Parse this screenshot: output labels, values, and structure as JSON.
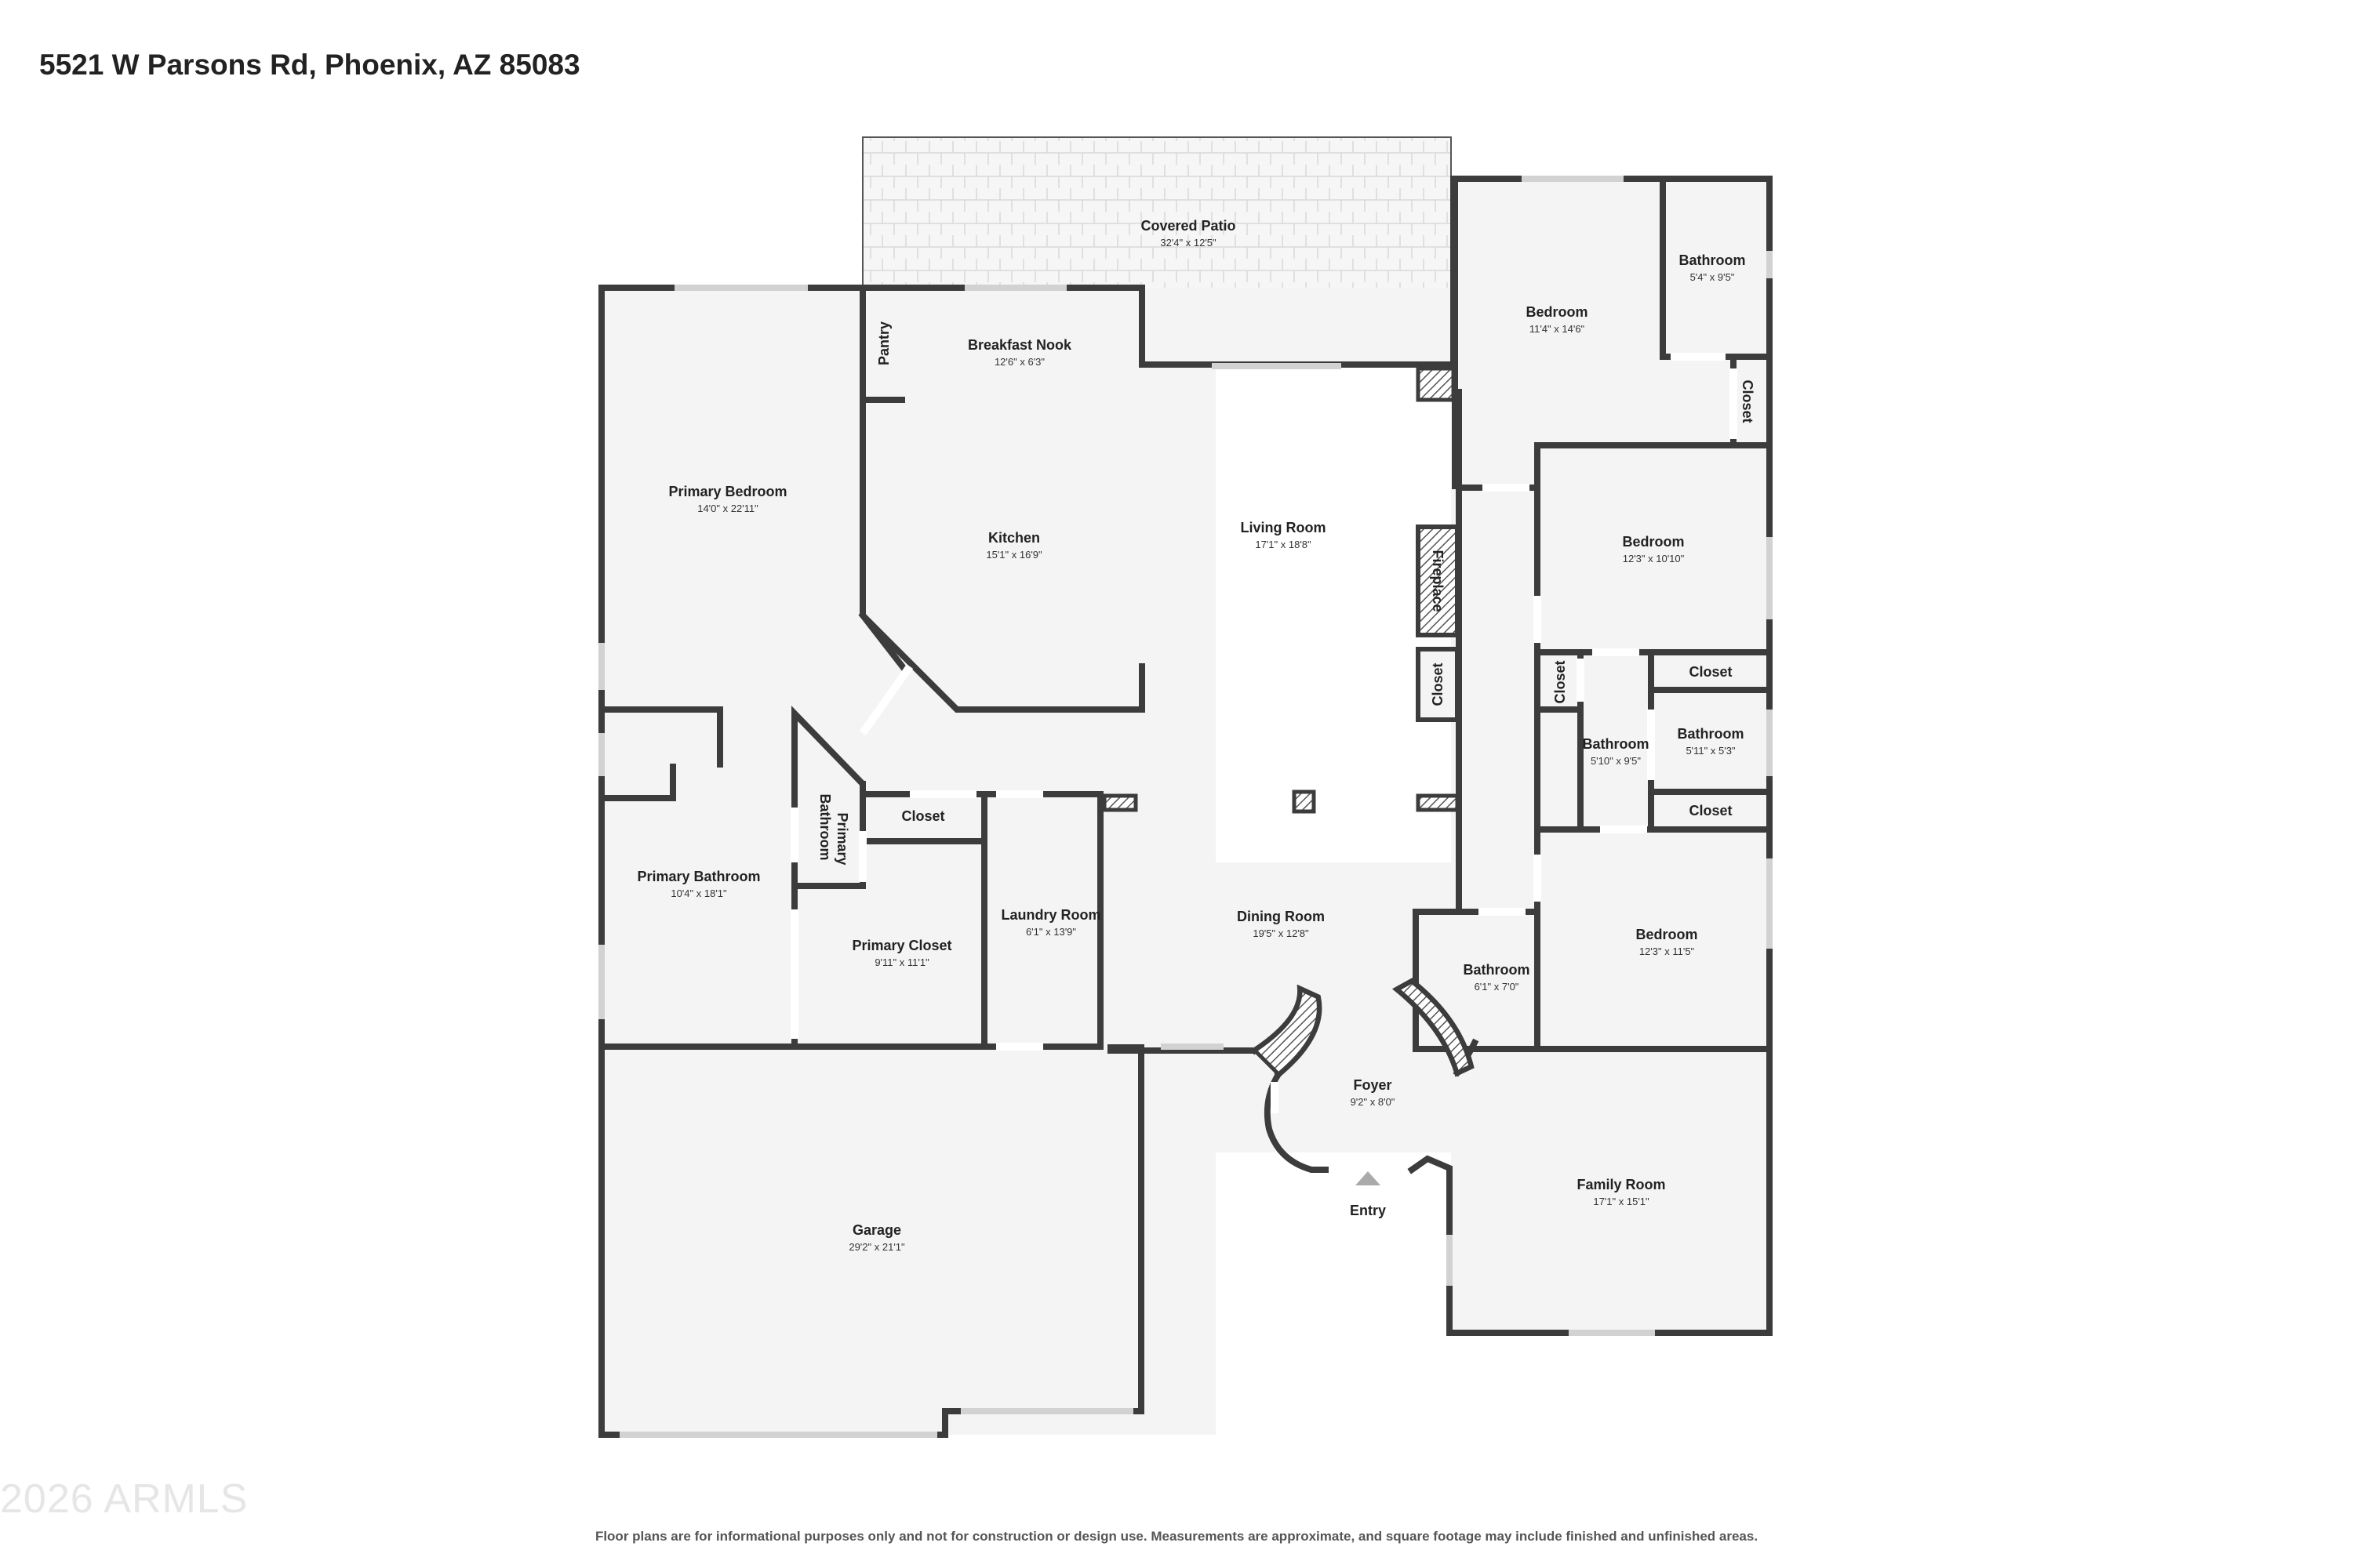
{
  "address": "5521 W Parsons Rd, Phoenix, AZ 85083",
  "watermark": "2026 ARMLS",
  "disclaimer": "Floor plans are for informational purposes only and not for construction or design use. Measurements are approximate, and square footage may include finished and unfinished areas.",
  "rooms": {
    "covered_patio": {
      "name": "Covered Patio",
      "dim": "32'4\" x 12'5\""
    },
    "breakfast_nook": {
      "name": "Breakfast Nook",
      "dim": "12'6\" x 6'3\""
    },
    "pantry": {
      "name": "Pantry"
    },
    "primary_bedroom": {
      "name": "Primary Bedroom",
      "dim": "14'0\" x 22'11\""
    },
    "kitchen": {
      "name": "Kitchen",
      "dim": "15'1\" x 16'9\""
    },
    "living_room": {
      "name": "Living Room",
      "dim": "17'1\" x 18'8\""
    },
    "fireplace": {
      "name": "Fireplace"
    },
    "closet_living": {
      "name": "Closet"
    },
    "bedroom_ne": {
      "name": "Bedroom",
      "dim": "11'4\" x 14'6\""
    },
    "bathroom_ne": {
      "name": "Bathroom",
      "dim": "5'4\" x 9'5\""
    },
    "closet_ne": {
      "name": "Closet"
    },
    "bedroom_e": {
      "name": "Bedroom",
      "dim": "12'3\" x 10'10\""
    },
    "closet_e1": {
      "name": "Closet"
    },
    "closet_e2": {
      "name": "Closet"
    },
    "bathroom_e1": {
      "name": "Bathroom",
      "dim": "5'10\" x 9'5\""
    },
    "bathroom_e2": {
      "name": "Bathroom",
      "dim": "5'11\" x 5'3\""
    },
    "closet_e3": {
      "name": "Closet"
    },
    "primary_bathroom": {
      "name": "Primary Bathroom",
      "dim": "10'4\" x 18'1\""
    },
    "primary_bathroom_small_1": {
      "name": "Primary"
    },
    "primary_bathroom_small_2": {
      "name": "Bathroom"
    },
    "closet_primary": {
      "name": "Closet"
    },
    "primary_closet": {
      "name": "Primary Closet",
      "dim": "9'11\" x 11'1\""
    },
    "laundry_room": {
      "name": "Laundry Room",
      "dim": "6'1\" x 13'9\""
    },
    "dining_room": {
      "name": "Dining Room",
      "dim": "19'5\" x 12'8\""
    },
    "bathroom_center": {
      "name": "Bathroom",
      "dim": "6'1\" x 7'0\""
    },
    "bedroom_se": {
      "name": "Bedroom",
      "dim": "12'3\" x 11'5\""
    },
    "foyer": {
      "name": "Foyer",
      "dim": "9'2\" x 8'0\""
    },
    "entry": {
      "name": "Entry"
    },
    "family_room": {
      "name": "Family Room",
      "dim": "17'1\" x 15'1\""
    },
    "garage": {
      "name": "Garage",
      "dim": "29'2\" x 21'1\""
    }
  }
}
